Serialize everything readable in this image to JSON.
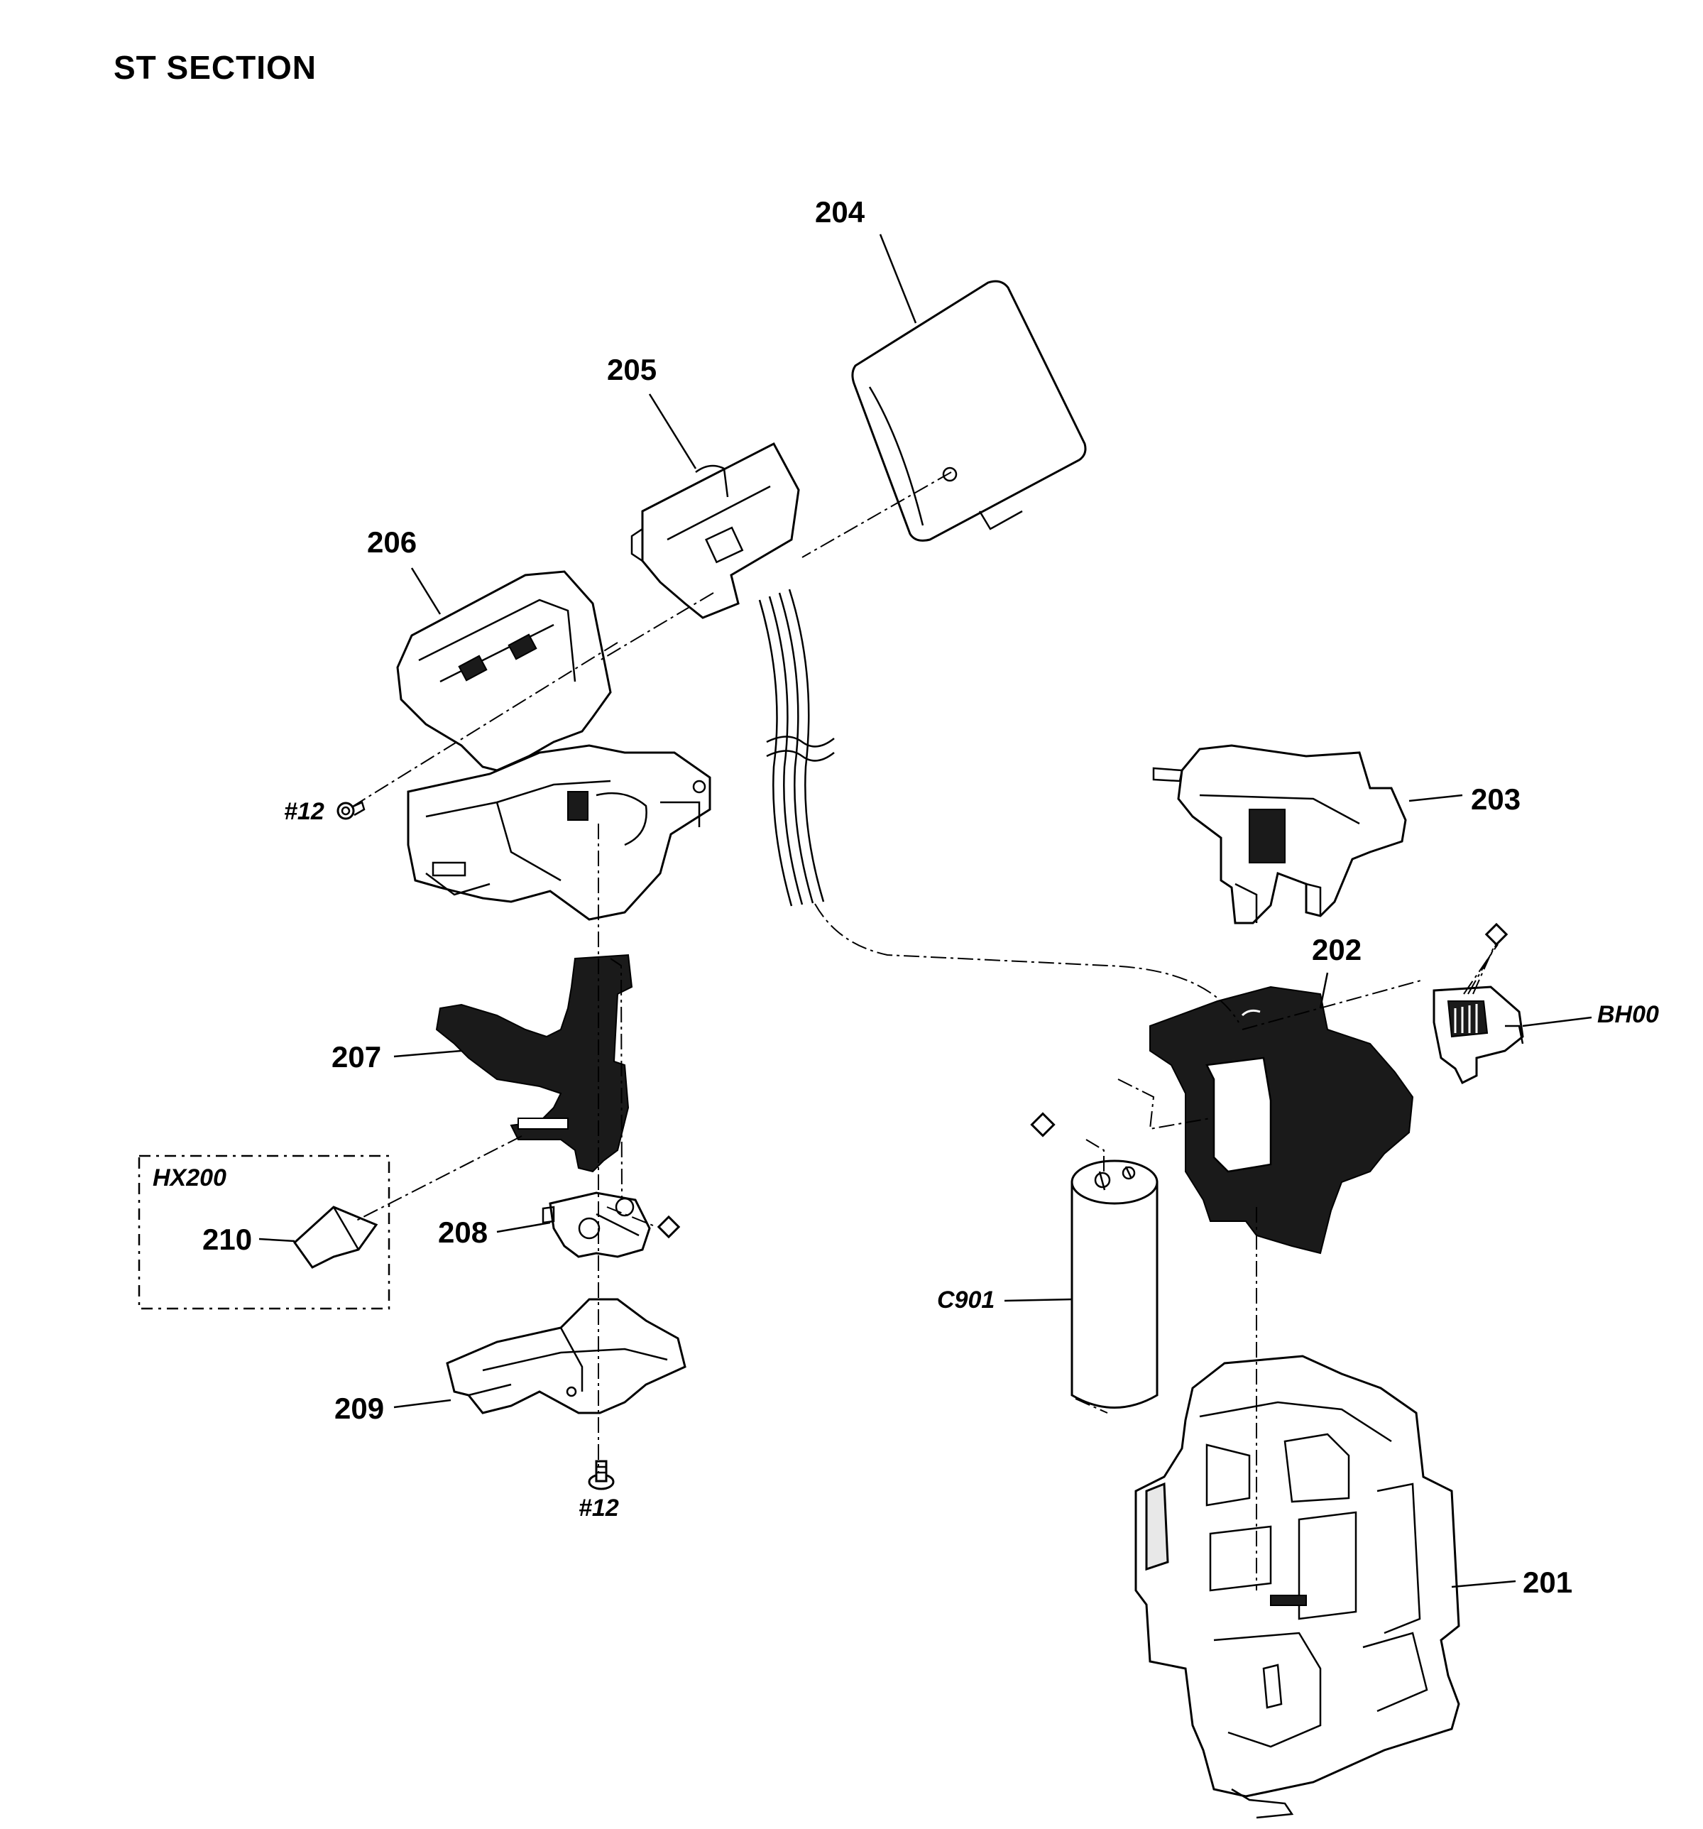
{
  "title": "ST SECTION",
  "labels": {
    "p201": "201",
    "p202": "202",
    "p203": "203",
    "p204": "204",
    "p205": "205",
    "p206": "206",
    "p207": "207",
    "p208": "208",
    "p209": "209",
    "p210": "210",
    "bh00": "BH00",
    "c901": "C901",
    "hx200": "HX200",
    "screw_a": "#12",
    "screw_b": "#12"
  }
}
